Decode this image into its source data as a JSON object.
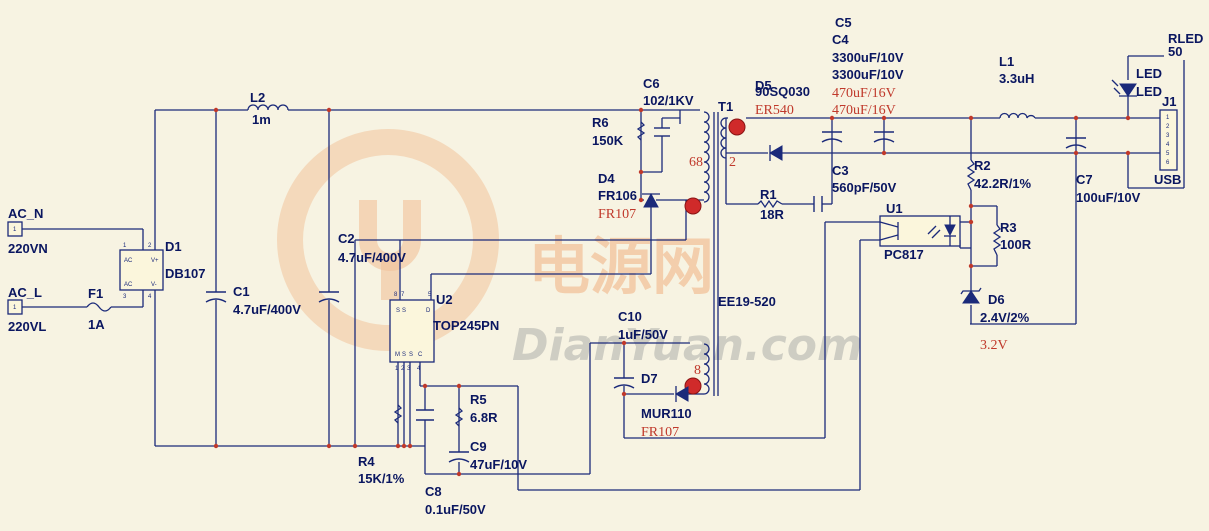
{
  "watermark": {
    "cn": "电源网",
    "en": "DianYuan.com"
  },
  "labels": {
    "AC_N": "AC_N",
    "V220N": "220VN",
    "AC_L": "AC_L",
    "V220L": "220VL",
    "F1": "F1",
    "F1v": "1A",
    "D1": "D1",
    "D1v": "DB107",
    "L2": "L2",
    "L2v": "1m",
    "C1": "C1",
    "C1v": "4.7uF/400V",
    "C2": "C2",
    "C2v": "4.7uF/400V",
    "U2": "U2",
    "U2v": "TOP245PN",
    "R4": "R4",
    "R4v": "15K/1%",
    "R5": "R5",
    "R5v": "6.8R",
    "C9": "C9",
    "C9v": "47uF/10V",
    "C8": "C8",
    "C8v": "0.1uF/50V",
    "C6": "C6",
    "C6v": "102/1KV",
    "R6": "R6",
    "R6v": "150K",
    "D4": "D4",
    "D4v": "FR106",
    "D4r": "FR107",
    "T1": "T1",
    "T1v": "EE19-520",
    "C10": "C10",
    "C10v": "1uF/50V",
    "D7": "D7",
    "D7v": "MUR110",
    "D7r": "FR107",
    "n68": "68",
    "n2": "2",
    "n8": "8",
    "D5": "D5",
    "D5v": "90SQ030",
    "D5r": "ER540",
    "R1": "R1",
    "R1v": "18R",
    "C3": "C3",
    "C3v": "560pF/50V",
    "C5": "C5",
    "C4": "C4",
    "C5v": "3300uF/10V",
    "C4v": "3300uF/10V",
    "C5r": "470uF/16V",
    "C4r": "470uF/16V",
    "L1": "L1",
    "L1v": "3.3uH",
    "R2": "R2",
    "R2v": "42.2R/1%",
    "C7": "C7",
    "C7v": "100uF/10V",
    "U1": "U1",
    "U1v": "PC817",
    "R3": "R3",
    "R3v": "100R",
    "D6": "D6",
    "D6v": "2.4V/2%",
    "D6r": "3.2V",
    "RLED": "RLED",
    "RLEDv": "50",
    "LED1": "LED",
    "LED2": "LED",
    "J1": "J1",
    "J1v": "USB"
  },
  "pins": {
    "d1_ac1": "AC",
    "d1_ac2": "AC",
    "d1_v1": "V+",
    "d1_v2": "V-",
    "d1_n1": "1",
    "d1_n2": "2",
    "d1_n3": "3",
    "d1_n4": "4",
    "u2_s1": "S",
    "u2_s2": "S",
    "u2_d": "D",
    "u2_m": "M",
    "u2_s3": "S",
    "u2_s4": "S",
    "u2_c": "C",
    "u2_n8": "8",
    "u2_n7": "7",
    "u2_n5": "5",
    "u2_n1": "1",
    "u2_n2": "2",
    "u2_n3": "3",
    "u2_n4": "4",
    "j1_1": "1",
    "j1_2": "2",
    "j1_3": "3",
    "j1_4": "4",
    "j1_5": "5",
    "j1_6": "6",
    "acn_pin": "1",
    "acl_pin": "1"
  }
}
